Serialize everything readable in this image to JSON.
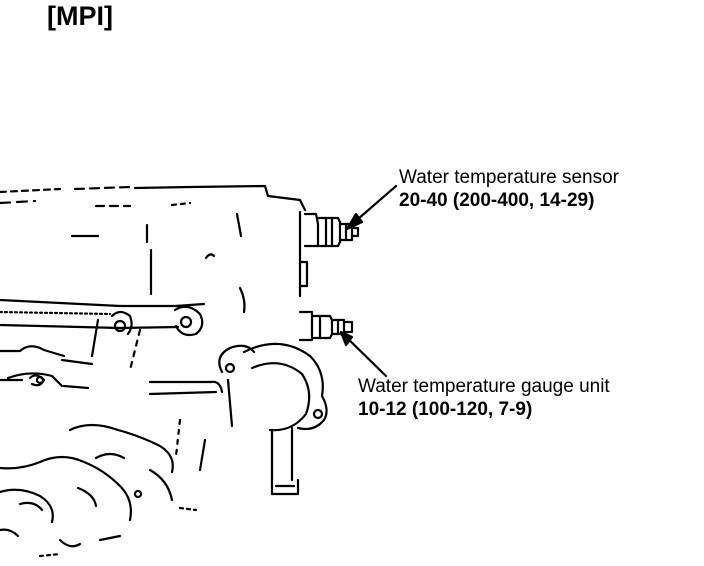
{
  "header": {
    "title": "[MPI]"
  },
  "callouts": {
    "sensor": {
      "name": "Water temperature sensor",
      "spec": "20-40 (200-400, 14-29)"
    },
    "gauge": {
      "name": "Water temperature gauge unit",
      "spec": "10-12 (100-120, 7-9)"
    }
  }
}
